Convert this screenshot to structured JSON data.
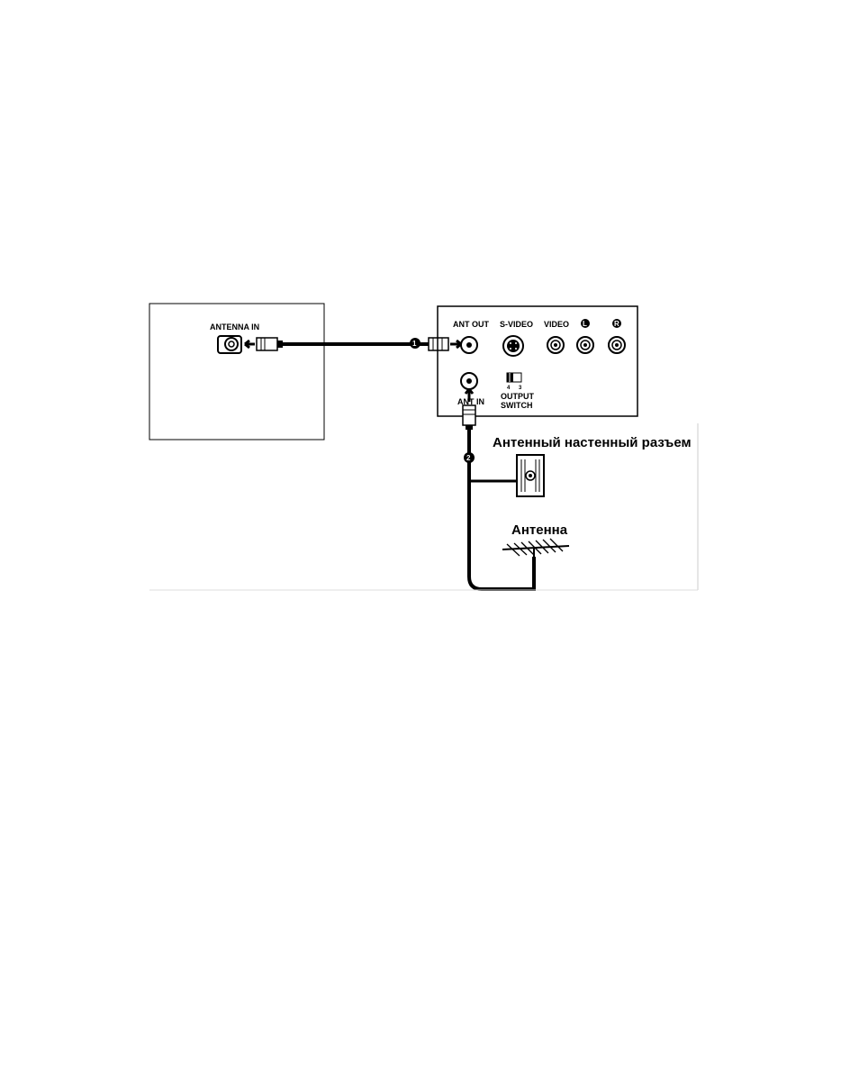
{
  "tv": {
    "port_label": "ANTENNA IN"
  },
  "device": {
    "ports": {
      "ant_out": "ANT OUT",
      "s_video": "S-VIDEO",
      "video": "VIDEO",
      "audio_left": "L",
      "audio_right": "R",
      "ant_in": "ANT IN"
    },
    "output_switch": {
      "label_line1": "OUTPUT",
      "label_line2": "SWITCH",
      "channel_a": "4",
      "channel_b": "3"
    }
  },
  "steps": {
    "step1": "1",
    "step2": "2"
  },
  "labels": {
    "wall_jack": "Антенный настенный разъем",
    "antenna": "Антенна"
  }
}
